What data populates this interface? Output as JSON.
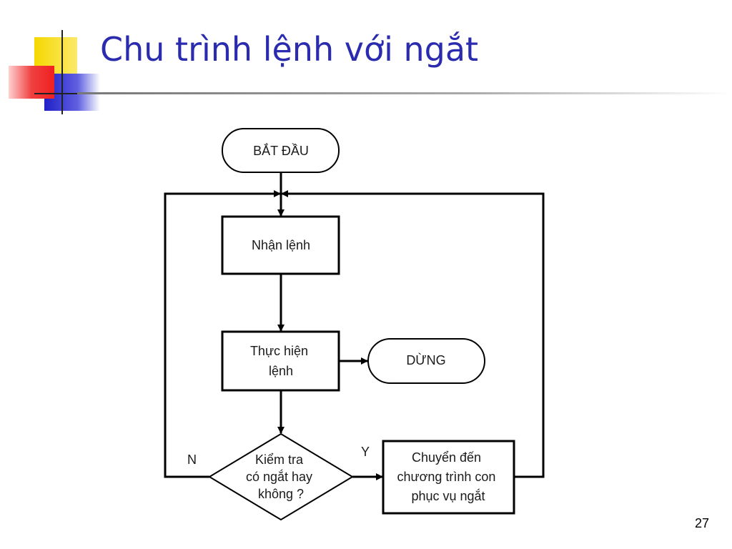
{
  "slide": {
    "title": "Chu trình lệnh với ngắt",
    "page_number": "27",
    "colors": {
      "title": "#2b2bb0",
      "accent_yellow": "#f5d800",
      "accent_red": "#f02020",
      "accent_blue": "#2020c8"
    }
  },
  "flowchart": {
    "start": "BẮT ĐẦU",
    "fetch": "Nhận lệnh",
    "execute": [
      "Thực hiện",
      "lệnh"
    ],
    "stop": "DỪNG",
    "check": [
      "Kiểm tra",
      "có ngắt hay",
      "không ?"
    ],
    "interrupt": [
      "Chuyển đến",
      "chương trình con",
      "phục vụ ngắt"
    ],
    "label_no": "N",
    "label_yes": "Y"
  }
}
